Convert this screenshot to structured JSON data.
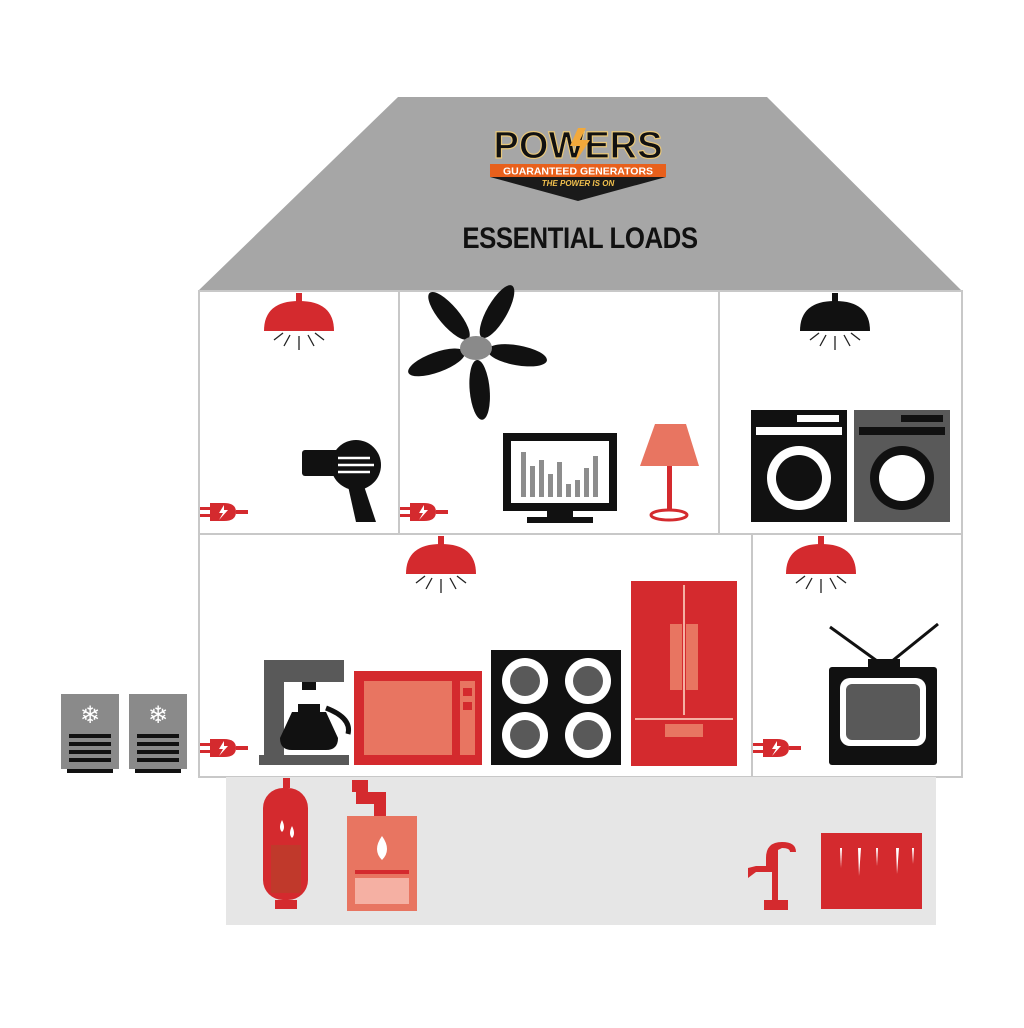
{
  "title": "ESSENTIAL LOADS",
  "logo": {
    "brand": "POWERS",
    "tagline": "GUARANTEED GENERATORS",
    "slogan": "THE POWER IS ON"
  },
  "colors": {
    "roof": "#a6a6a6",
    "basement": "#e6e6e6",
    "red": "#d42a2e",
    "salmon": "#e87561",
    "black": "#111111",
    "gray": "#595959",
    "outline": "#c8c8c8"
  },
  "rooms": [
    {
      "id": "bathroom",
      "icons": [
        "ceiling-light-icon",
        "hair-dryer-icon",
        "outlet-plug-icon"
      ]
    },
    {
      "id": "living-room",
      "icons": [
        "ceiling-fan-icon",
        "computer-monitor-icon",
        "table-lamp-icon",
        "outlet-plug-icon"
      ]
    },
    {
      "id": "laundry",
      "icons": [
        "ceiling-light-icon",
        "washing-machine-icon",
        "dryer-icon"
      ]
    },
    {
      "id": "kitchen",
      "icons": [
        "ceiling-light-icon",
        "coffee-maker-icon",
        "microwave-icon",
        "cooktop-icon",
        "refrigerator-icon",
        "outlet-plug-icon"
      ]
    },
    {
      "id": "tv-room",
      "icons": [
        "ceiling-light-icon",
        "television-icon",
        "outlet-plug-icon"
      ]
    },
    {
      "id": "basement",
      "icons": [
        "water-heater-icon",
        "furnace-icon",
        "well-pump-icon",
        "freezer-icon"
      ]
    },
    {
      "id": "outside",
      "icons": [
        "ac-unit-icon",
        "ac-unit-icon"
      ]
    }
  ]
}
